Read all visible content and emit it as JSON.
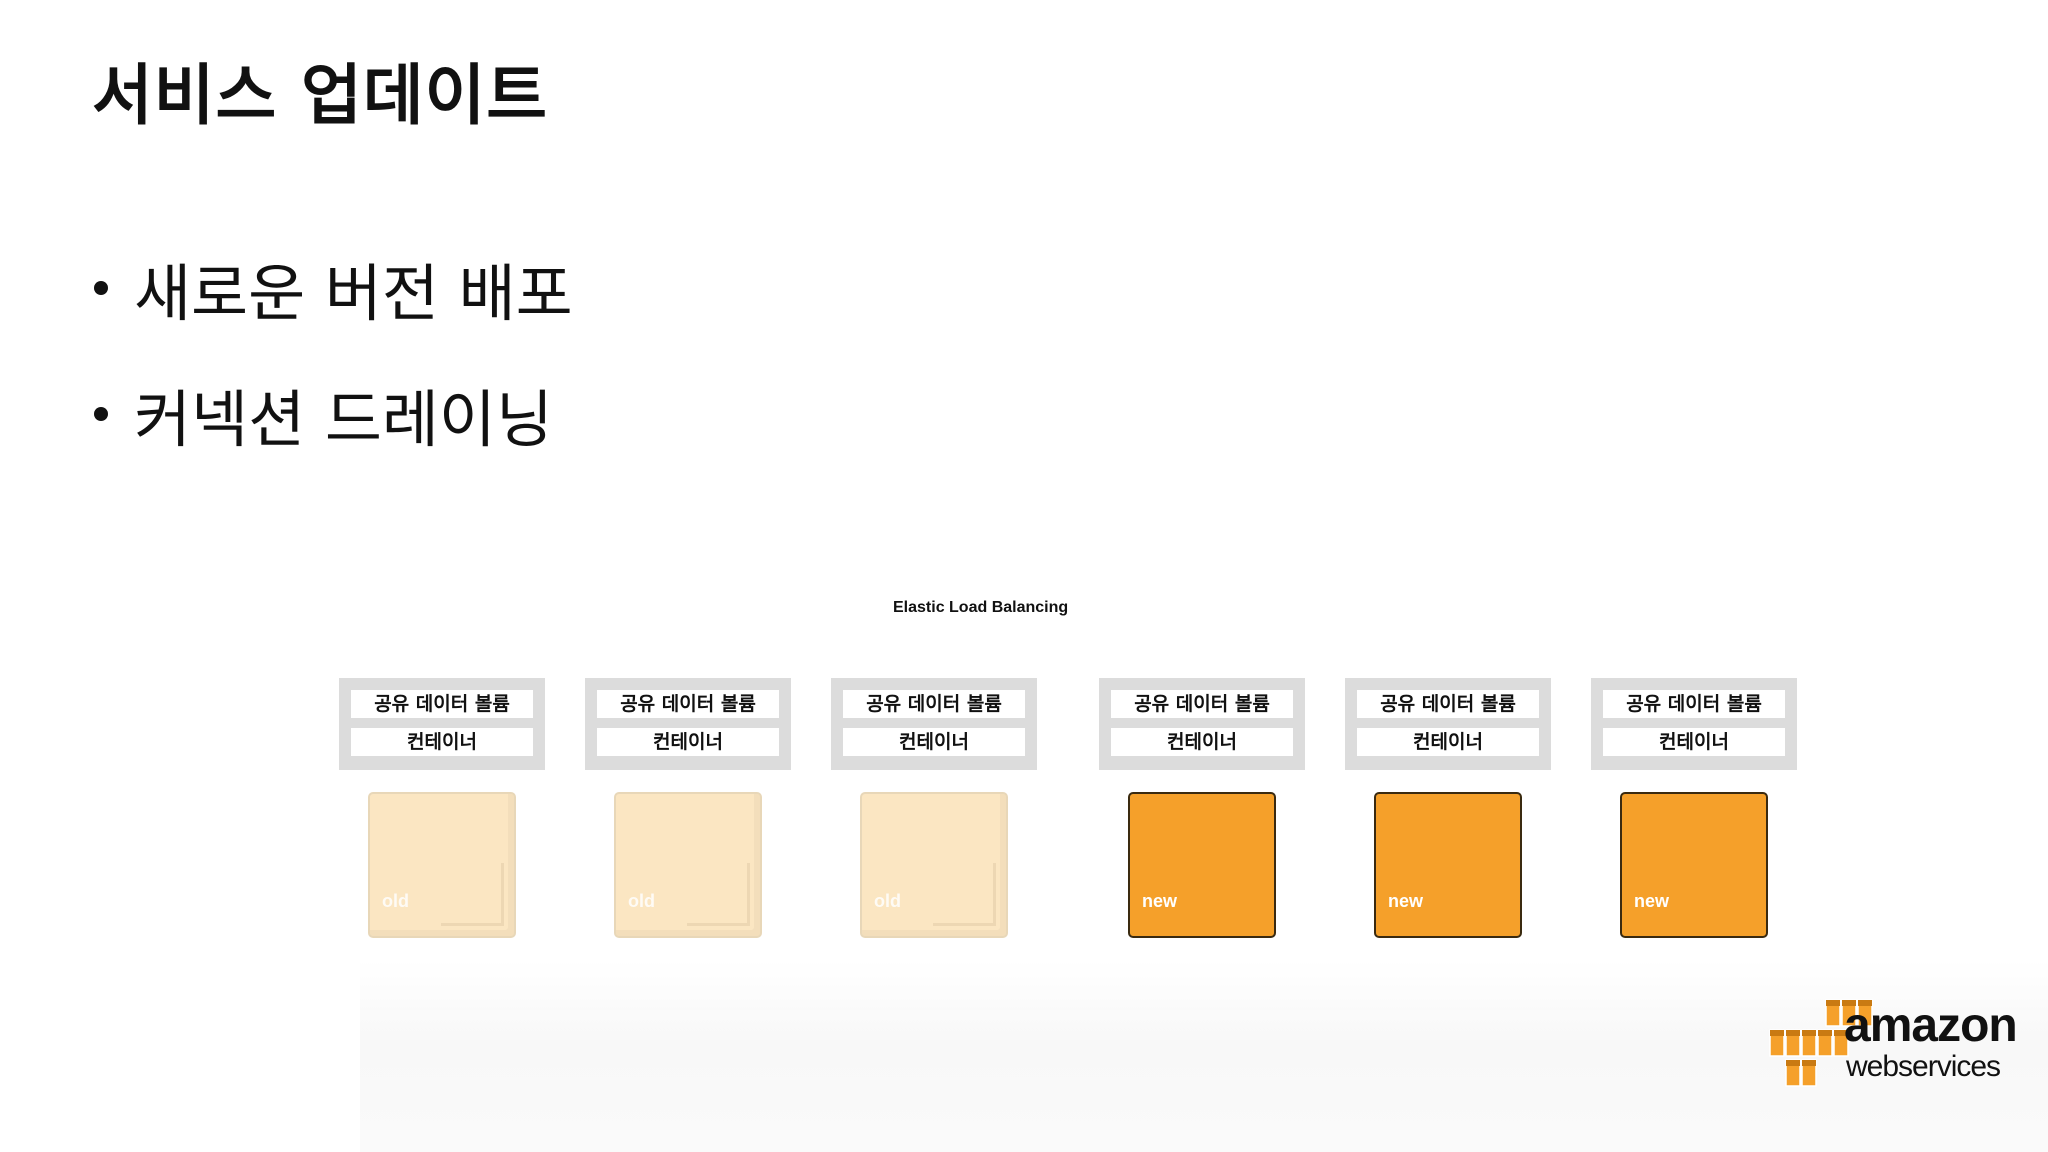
{
  "slide": {
    "title": "서비스 업데이트",
    "bullets": [
      "새로운 버전 배포",
      "커넥션 드레이닝"
    ]
  },
  "diagram": {
    "load_balancer_label": "Elastic Load Balancing",
    "tasks": [
      {
        "volume_label": "공유 데이터 볼륨",
        "container_label": "컨테이너",
        "version_label": "old"
      },
      {
        "volume_label": "공유 데이터 볼륨",
        "container_label": "컨테이너",
        "version_label": "old"
      },
      {
        "volume_label": "공유 데이터 볼륨",
        "container_label": "컨테이너",
        "version_label": "old"
      },
      {
        "volume_label": "공유 데이터 볼륨",
        "container_label": "컨테이너",
        "version_label": "new"
      },
      {
        "volume_label": "공유 데이터 볼륨",
        "container_label": "컨테이너",
        "version_label": "new"
      },
      {
        "volume_label": "공유 데이터 볼륨",
        "container_label": "컨테이너",
        "version_label": "new"
      }
    ]
  },
  "logo": {
    "line1": "amazon",
    "line2": "webservices",
    "color": "#f5a02a"
  },
  "colors": {
    "new_container": "#f5a02a",
    "old_container": "#fbe6c2",
    "task_frame": "#dcdcdc"
  }
}
